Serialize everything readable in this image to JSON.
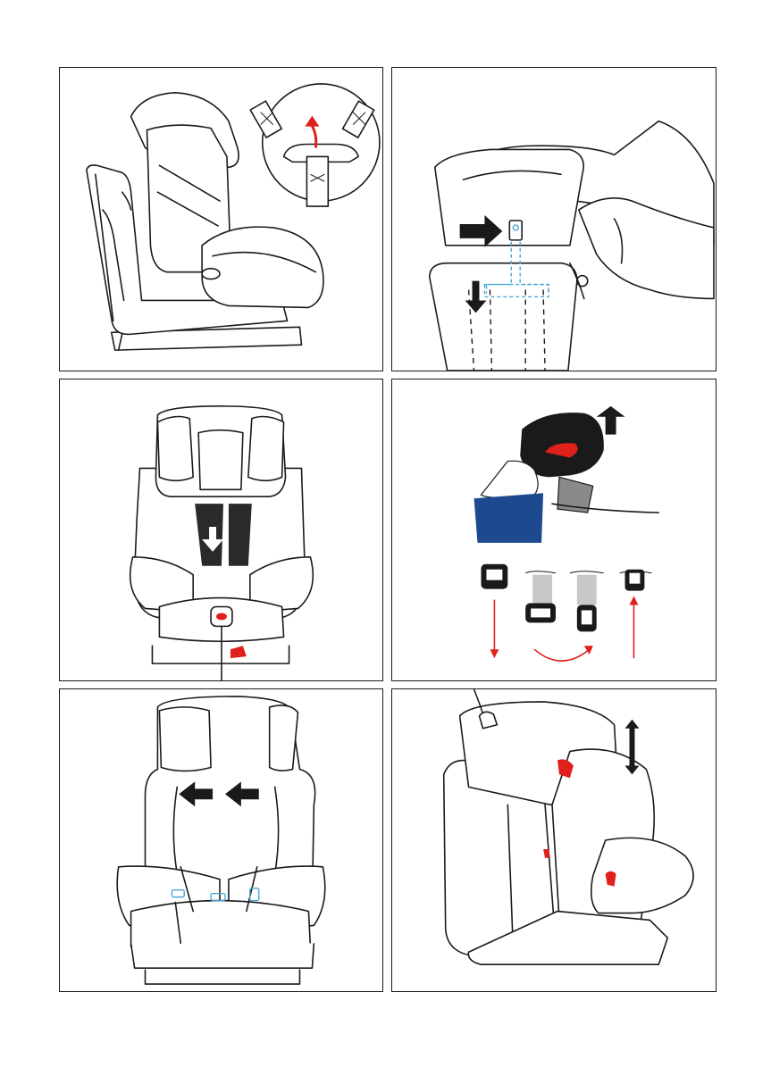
{
  "document": {
    "panels": [
      {
        "id": "p1",
        "content": "harness-buckle-detail-illustration"
      },
      {
        "id": "p2",
        "content": "harness-release-illustration"
      },
      {
        "id": "p3",
        "content": "harness-tighten-illustration"
      },
      {
        "id": "p4",
        "content": "shoulder-pad-buckle-illustration"
      },
      {
        "id": "p5",
        "content": "harness-slot-illustration"
      },
      {
        "id": "p6",
        "content": "headrest-height-illustration"
      }
    ],
    "colors": {
      "line": "#1a1a1a",
      "accent_red": "#e0201b",
      "sleeve_blue": "#1d4a8f",
      "guide_blue": "#4aa7d8",
      "pad_gray": "#cfcfcf",
      "pad_dark": "#2a2a2a"
    },
    "icons": [
      "arrow-right-icon",
      "arrow-down-icon",
      "arrow-up-icon",
      "arrow-left-icon",
      "double-arrow-vertical-icon",
      "curved-arrow-icon"
    ]
  }
}
